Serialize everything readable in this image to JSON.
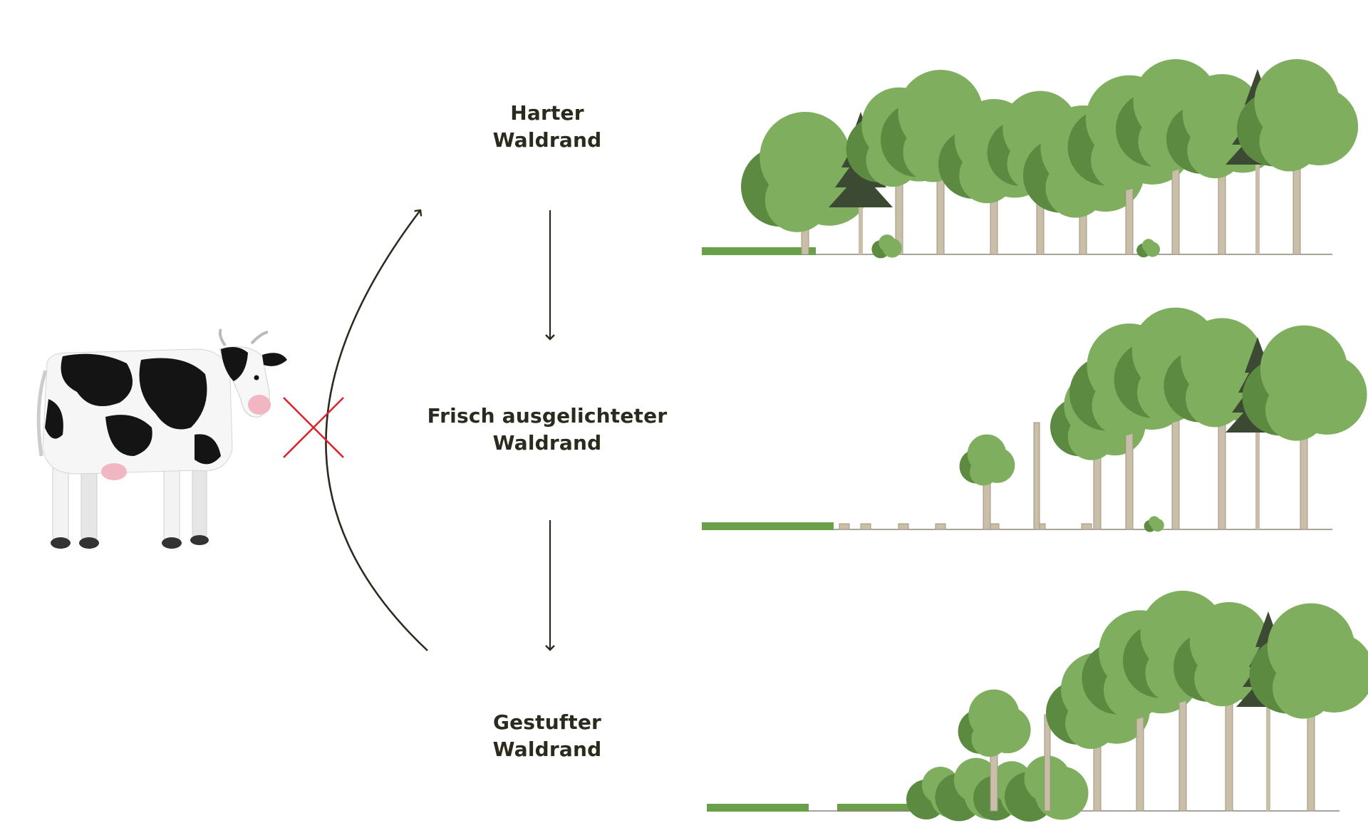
{
  "stages": [
    {
      "line1": "Harter",
      "line2": "Waldrand"
    },
    {
      "line1": "Frisch ausgelichteter",
      "line2": "Waldrand"
    },
    {
      "line1": "Gestufter",
      "line2": "Waldrand"
    }
  ],
  "colors": {
    "text": "#2b2a1c",
    "tree_foliage": "#7fae5f",
    "tree_foliage_dark": "#5c8a41",
    "conifer": "#3c4a34",
    "trunk": "#c9bfa8",
    "grass": "#6aa04a",
    "cross": "#d9262c",
    "cow_black": "#141414",
    "cow_udder": "#f2b6c2"
  },
  "icons": {
    "animal": "cow-icon",
    "blocked": "red-cross-icon"
  }
}
